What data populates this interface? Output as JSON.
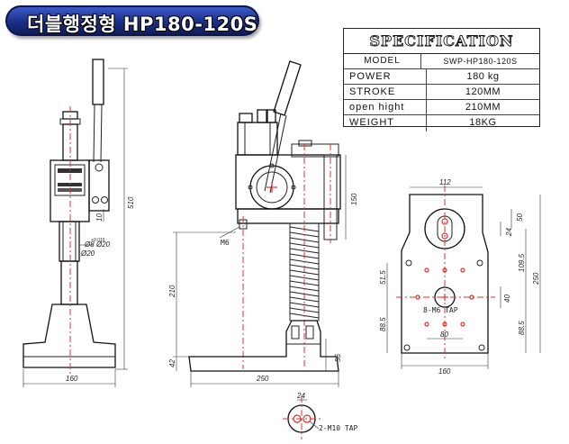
{
  "title": "더블행정형 HP180-120S",
  "spec": {
    "heading": "SPECIFICATION",
    "rows": [
      {
        "label": "MODEL",
        "value": "SWP-HP180-120S"
      },
      {
        "label": "POWER",
        "value": "180 kg"
      },
      {
        "label": "STROKE",
        "value": "120MM"
      },
      {
        "label": "open hight",
        "value": "210MM"
      },
      {
        "label": "WEIGHT",
        "value": "18KG"
      }
    ]
  },
  "side_view": {
    "dims": {
      "height": "510",
      "width": "160",
      "stroke": "10",
      "shaft": "Ø20",
      "fit": "Ø8",
      "fit_tol": "+0.015",
      "bore": "Ø20"
    }
  },
  "front_view": {
    "dims": {
      "open": "210",
      "base": "42",
      "width": "250",
      "ram": "150",
      "bottom": "56"
    },
    "callout": "M6"
  },
  "base_plan": {
    "dims": {
      "top": "112",
      "p50": "50",
      "p24": "24",
      "h1095": "109.5",
      "h250": "250",
      "h515": "51.5",
      "h40": "40",
      "h885": "88.5",
      "w80": "80",
      "w160": "160",
      "r885": "88.5"
    },
    "callout": "8-M6 TAP"
  },
  "detail": {
    "dim": "24",
    "callout": "2-M10 TAP"
  }
}
